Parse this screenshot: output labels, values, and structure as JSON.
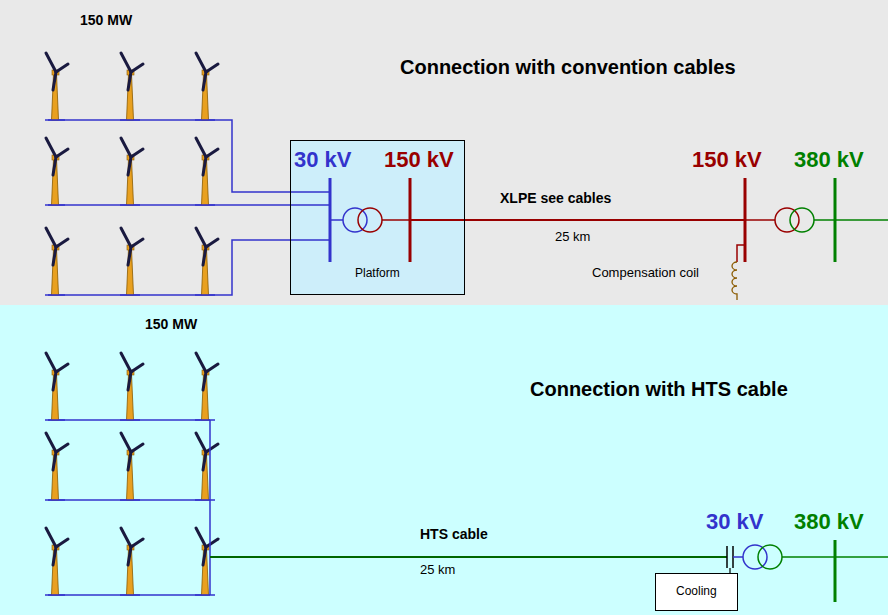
{
  "diagram": {
    "nodes": [
      {
        "text": [
          "Connection with convention cables"
        ]
      },
      {
        "text": [
          "Platform"
        ],
        "in": 0
      },
      {
        "text": [
          "Connection with HTS cable"
        ]
      },
      {
        "text": [
          "Cooling"
        ],
        "in": 2
      }
    ],
    "labels": [
      "150 MW",
      "30 kV",
      "150 kV",
      "XLPE see cables",
      "25 km",
      "150 kV",
      "380 kV",
      "Compensation coil",
      "150 MW",
      "HTS cable",
      "25 km",
      "30 kV",
      "380 kV"
    ]
  }
}
